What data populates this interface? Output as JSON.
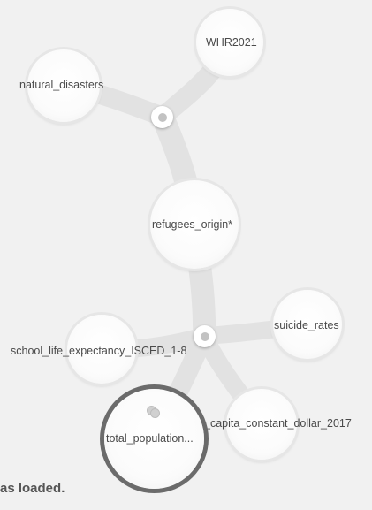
{
  "graph": {
    "nodes": {
      "whr2021": {
        "label": "WHR2021"
      },
      "natural_disasters": {
        "label": "natural_disasters"
      },
      "refugees_origin": {
        "label": "refugees_origin*"
      },
      "suicide_rates": {
        "label": "suicide_rates"
      },
      "school_life_expectancy": {
        "label": "school_life_expectancy_ISCED_1-8"
      },
      "total_population": {
        "label": "total_population..."
      },
      "gdp_per_capita": {
        "label": "_capita_constant_dollar_2017"
      }
    },
    "selected_node": "total_population",
    "link_color": "#e2e2e2"
  },
  "status": {
    "message": "as loaded."
  }
}
